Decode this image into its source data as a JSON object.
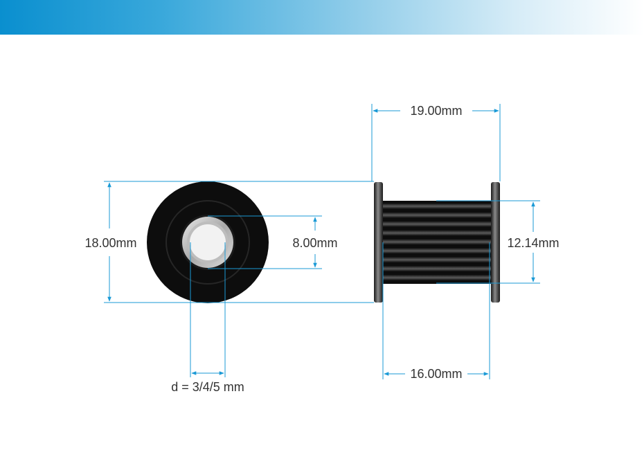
{
  "colors": {
    "banner_start": "#0a8fcf",
    "dimension_line": "#1a9ad6",
    "part_body": "#111111",
    "bearing": "#c8c8c8",
    "text": "#333333"
  },
  "dimensions": {
    "outer_diameter": "18.00mm",
    "bearing_diameter": "8.00mm",
    "bore": "d = 3/4/5 mm",
    "flange_width": "19.00mm",
    "tooth_diameter": "12.14mm",
    "tooth_width": "16.00mm"
  }
}
